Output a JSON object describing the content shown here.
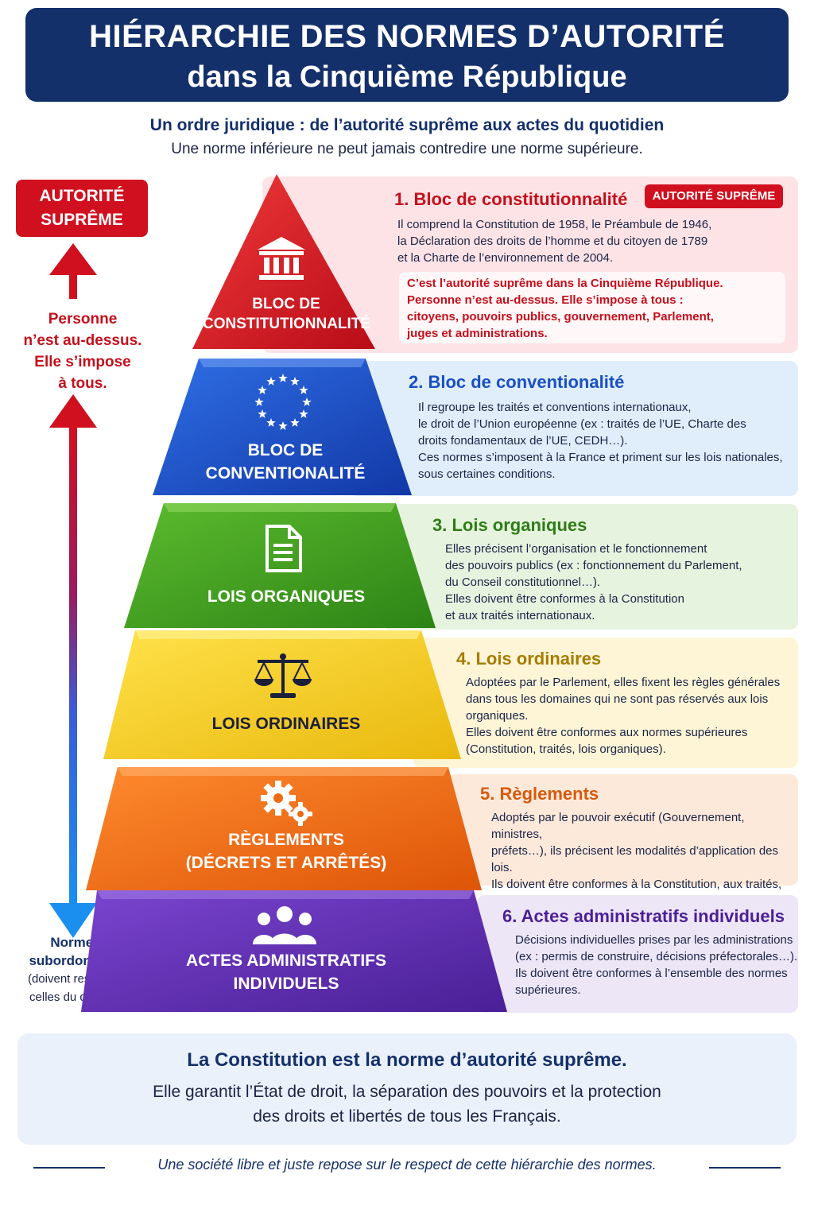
{
  "header": {
    "title_line1": "HIÉRARCHIE DES NORMES D’AUTORITÉ",
    "title_line2": "dans la Cinquième République",
    "subtitle": "Un ordre juridique : de l’autorité suprême aux actes du quotidien",
    "tagline": "Une norme inférieure ne peut jamais contredire une norme supérieure."
  },
  "side": {
    "supreme_label": "AUTORITÉ\nSUPRÊME",
    "red_text": "Personne\nn’est au-dessus.\nElle s’impose\nà tous.",
    "blue_title": "Normes\nsubordonnées",
    "blue_note": "(doivent respecter\ncelles du dessus)"
  },
  "pyramid": {
    "levels": [
      {
        "label": "BLOC DE\nCONSTITUTIONNALITÉ",
        "icon": "government-building-icon",
        "color": "#d41320"
      },
      {
        "label": "BLOC DE\nCONVENTIONALITÉ",
        "icon": "eu-stars-icon",
        "color": "#1a4fc4"
      },
      {
        "label": "LOIS ORGANIQUES",
        "icon": "document-icon",
        "color": "#3b9a1e"
      },
      {
        "label": "LOIS ORDINAIRES",
        "icon": "scales-icon",
        "color": "#f3cf1e"
      },
      {
        "label": "RÈGLEMENTS\n(DÉCRETS ET ARRÊTÉS)",
        "icon": "gears-icon",
        "color": "#ee6a12"
      },
      {
        "label": "ACTES ADMINISTRATIFS\nINDIVIDUELS",
        "icon": "people-icon",
        "color": "#5b2aa8"
      }
    ]
  },
  "cards": [
    {
      "title": "1. Bloc de constitutionnalité",
      "badge": "AUTORITÉ SUPRÊME",
      "body": "Il comprend la Constitution de 1958, le Préambule de 1946,\nla Déclaration des droits de l’homme et du citoyen de 1789\net la Charte de l’environnement de 2004.",
      "note": "C’est l’autorité suprême dans la Cinquième République.\nPersonne n’est au-dessus. Elle s’impose à tous :\ncitoyens, pouvoirs publics, gouvernement, Parlement,\njuges et administrations."
    },
    {
      "title": "2. Bloc de conventionalité",
      "body": "Il regroupe les traités et conventions internationaux,\nle droit de l’Union européenne (ex : traités de l’UE, Charte des\ndroits fondamentaux de l’UE, CEDH…).\nCes normes s’imposent à la France et priment sur les lois nationales,\nsous certaines conditions."
    },
    {
      "title": "3. Lois organiques",
      "body": "Elles précisent l’organisation et le fonctionnement\ndes pouvoirs publics (ex : fonctionnement du Parlement,\ndu Conseil constitutionnel…).\nElles doivent être conformes à la Constitution\net aux traités internationaux."
    },
    {
      "title": "4. Lois ordinaires",
      "body": "Adoptées par le Parlement, elles fixent les règles générales\ndans tous les domaines qui ne sont pas réservés aux lois\norganiques.\nElles doivent être conformes aux normes supérieures\n(Constitution, traités, lois organiques)."
    },
    {
      "title": "5. Règlements",
      "body": "Adoptés par le pouvoir exécutif (Gouvernement, ministres,\npréfets…), ils précisent les modalités d’application des lois.\nIls doivent être conformes à la Constitution, aux traités,\naux lois organiques et aux lois ordinaires."
    },
    {
      "title": "6. Actes administratifs individuels",
      "body": "Décisions individuelles prises par les administrations\n(ex : permis de construire, décisions préfectorales…).\nIls doivent être conformes à l’ensemble des normes\nsupérieures."
    }
  ],
  "bottom": {
    "headline": "La Constitution est la norme d’autorité suprême.",
    "text": "Elle garantit l’État de droit, la séparation des pouvoirs et la protection\ndes droits et libertés de tous les Français.",
    "footer": "Une société libre et juste repose sur le respect de cette hiérarchie des normes."
  }
}
